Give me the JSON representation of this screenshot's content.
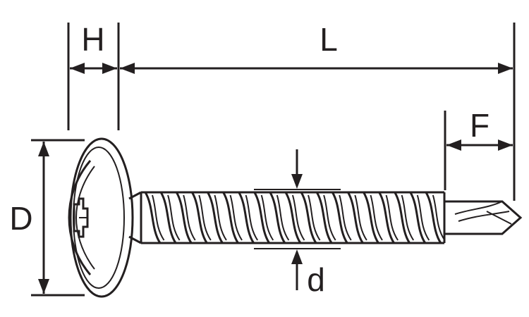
{
  "labels": {
    "H": "H",
    "L": "L",
    "F": "F",
    "D": "D",
    "d": "d"
  },
  "colors": {
    "ink": "#231f20",
    "background": "#ffffff"
  },
  "thread_turns": 19
}
